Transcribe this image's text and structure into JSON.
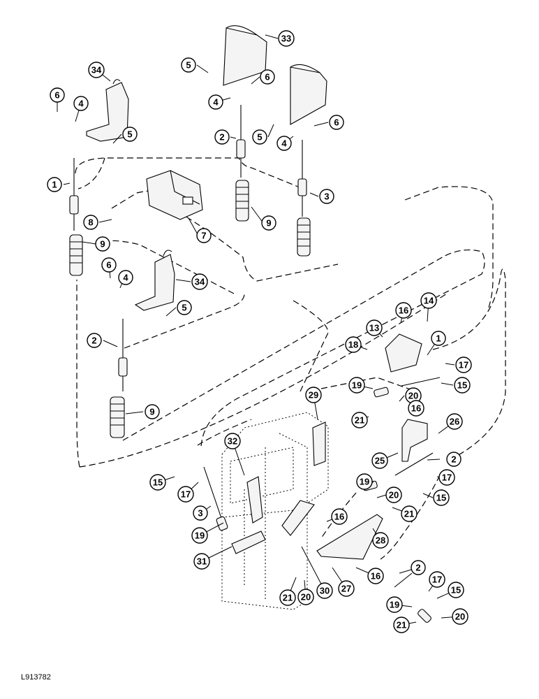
{
  "figure_code": "L913782",
  "colors": {
    "ink": "#000000",
    "paper": "#ffffff",
    "part_fill": "#f4f4f4"
  },
  "callouts": [
    {
      "id": "c34a",
      "label": "34"
    },
    {
      "id": "c6a",
      "label": "6"
    },
    {
      "id": "c4a",
      "label": "4"
    },
    {
      "id": "c5a",
      "label": "5"
    },
    {
      "id": "c1a",
      "label": "1"
    },
    {
      "id": "c8",
      "label": "8"
    },
    {
      "id": "c7",
      "label": "7"
    },
    {
      "id": "c9a",
      "label": "9"
    },
    {
      "id": "c5b",
      "label": "5"
    },
    {
      "id": "c33",
      "label": "33"
    },
    {
      "id": "c6b",
      "label": "6"
    },
    {
      "id": "c4b",
      "label": "4"
    },
    {
      "id": "c2a",
      "label": "2"
    },
    {
      "id": "c5c",
      "label": "5"
    },
    {
      "id": "c4c",
      "label": "4"
    },
    {
      "id": "c6c",
      "label": "6"
    },
    {
      "id": "c3a",
      "label": "3"
    },
    {
      "id": "c9b",
      "label": "9"
    },
    {
      "id": "c6d",
      "label": "6"
    },
    {
      "id": "c4d",
      "label": "4"
    },
    {
      "id": "c34b",
      "label": "34"
    },
    {
      "id": "c5d",
      "label": "5"
    },
    {
      "id": "c2b",
      "label": "2"
    },
    {
      "id": "c9c",
      "label": "9"
    },
    {
      "id": "c16a",
      "label": "16"
    },
    {
      "id": "c14",
      "label": "14"
    },
    {
      "id": "c13",
      "label": "13"
    },
    {
      "id": "c1b",
      "label": "1"
    },
    {
      "id": "c18",
      "label": "18"
    },
    {
      "id": "c17a",
      "label": "17"
    },
    {
      "id": "c15a",
      "label": "15"
    },
    {
      "id": "c19a",
      "label": "19"
    },
    {
      "id": "c20a",
      "label": "20"
    },
    {
      "id": "c29",
      "label": "29"
    },
    {
      "id": "c16b",
      "label": "16"
    },
    {
      "id": "c21a",
      "label": "21"
    },
    {
      "id": "c26",
      "label": "26"
    },
    {
      "id": "c32",
      "label": "32"
    },
    {
      "id": "c25",
      "label": "25"
    },
    {
      "id": "c2c",
      "label": "2"
    },
    {
      "id": "c15b",
      "label": "15"
    },
    {
      "id": "c17b",
      "label": "17"
    },
    {
      "id": "c19b",
      "label": "19"
    },
    {
      "id": "c17c",
      "label": "17"
    },
    {
      "id": "c20b",
      "label": "20"
    },
    {
      "id": "c15c",
      "label": "15"
    },
    {
      "id": "c3b",
      "label": "3"
    },
    {
      "id": "c21b",
      "label": "21"
    },
    {
      "id": "c16c",
      "label": "16"
    },
    {
      "id": "c19c",
      "label": "19"
    },
    {
      "id": "c28",
      "label": "28"
    },
    {
      "id": "c31",
      "label": "31"
    },
    {
      "id": "c16d",
      "label": "16"
    },
    {
      "id": "c2d",
      "label": "2"
    },
    {
      "id": "c17d",
      "label": "17"
    },
    {
      "id": "c15d",
      "label": "15"
    },
    {
      "id": "c21c",
      "label": "21"
    },
    {
      "id": "c20c",
      "label": "20"
    },
    {
      "id": "c30",
      "label": "30"
    },
    {
      "id": "c27",
      "label": "27"
    },
    {
      "id": "c19d",
      "label": "19"
    },
    {
      "id": "c21d",
      "label": "21"
    },
    {
      "id": "c20d",
      "label": "20"
    }
  ]
}
